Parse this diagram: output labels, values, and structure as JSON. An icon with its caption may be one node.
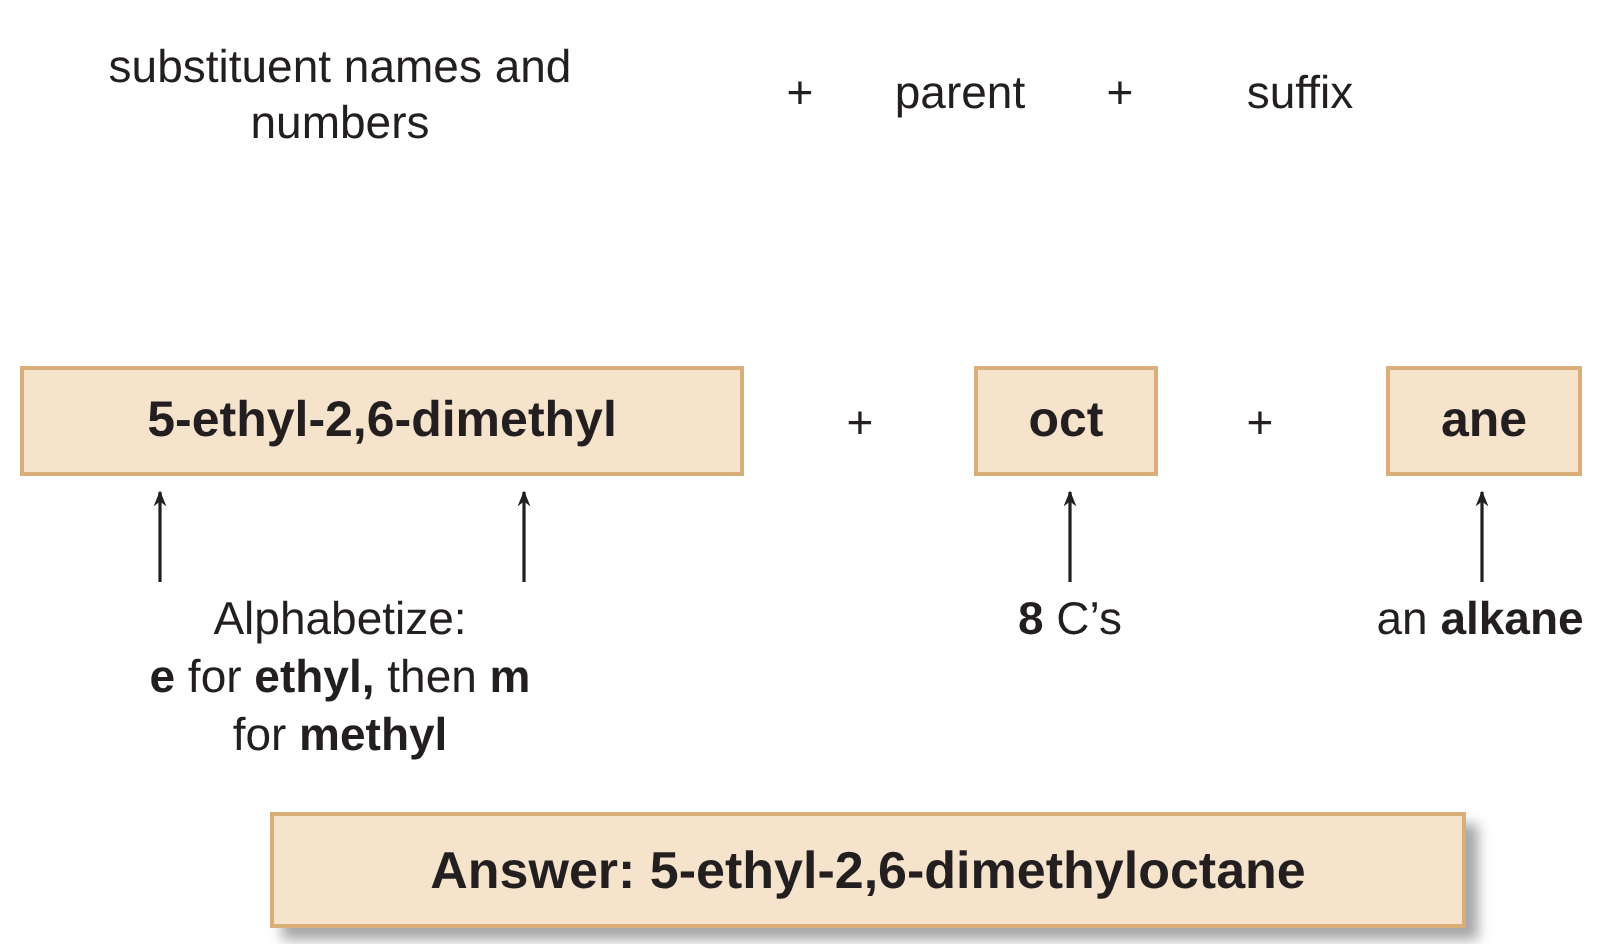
{
  "diagram": {
    "nodes": [
      {
        "text": [
          "5-ethyl-2,6-dimethyl"
        ]
      },
      {
        "text": [
          "oct"
        ]
      },
      {
        "text": [
          "ane"
        ]
      },
      {
        "text": [
          "Alphabetize:",
          "**e** for **ethyl,** then **m** for **methyl**"
        ]
      },
      {
        "text": [
          "**8** C’s"
        ]
      },
      {
        "text": [
          "an **alkane**"
        ]
      },
      {
        "text": [
          "Answer: 5-ethyl-2,6-dimethyloctane"
        ]
      }
    ],
    "edges": [
      {
        "from": 3,
        "to": 0,
        "arrow": "to"
      },
      {
        "from": 3,
        "to": 0,
        "arrow": "to"
      },
      {
        "from": 4,
        "to": 1,
        "arrow": "to"
      },
      {
        "from": 5,
        "to": 2,
        "arrow": "to"
      }
    ],
    "labels": [
      "substituent names and numbers",
      "+",
      "parent",
      "+",
      "suffix",
      "+",
      "+"
    ]
  }
}
